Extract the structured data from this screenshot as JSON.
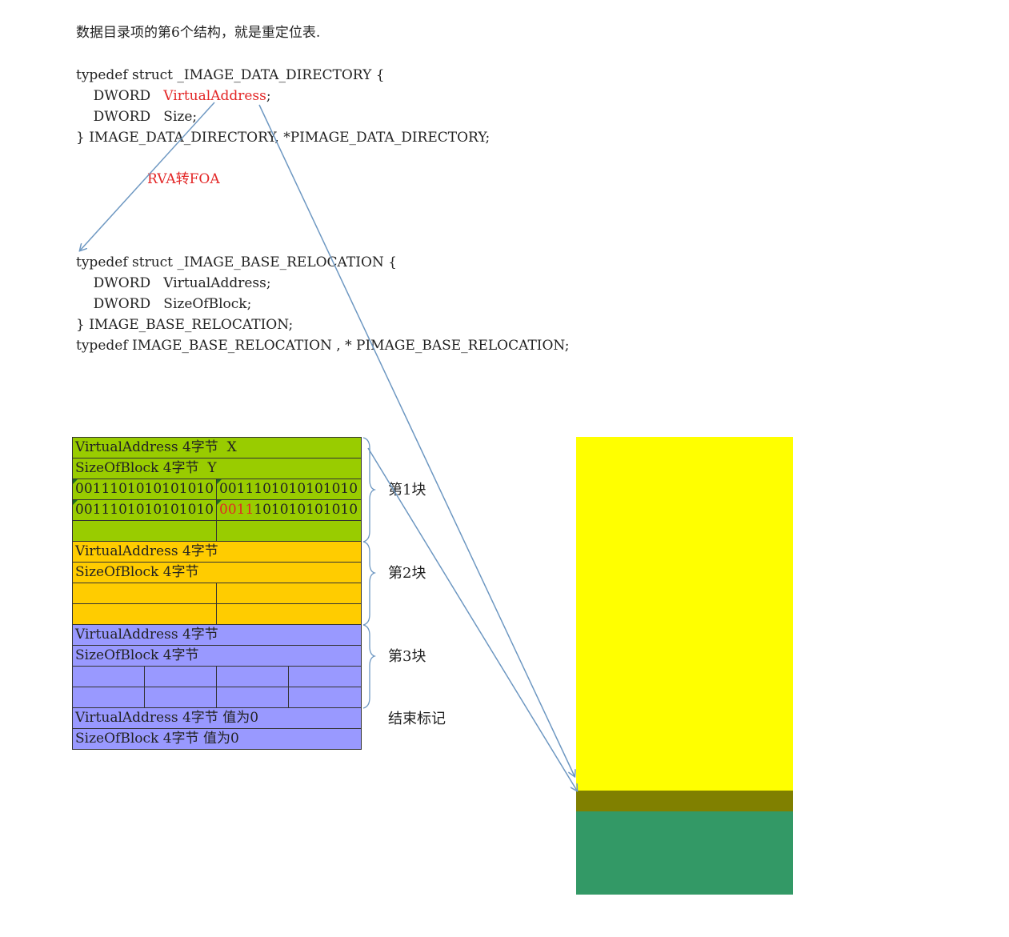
{
  "intro": "数据目录项的第6个结构，就是重定位表.",
  "data_directory_struct": {
    "line1": "typedef struct _IMAGE_DATA_DIRECTORY {",
    "field1_type": "    DWORD   ",
    "field1_name": "VirtualAddress",
    "field1_end": ";",
    "field2": "    DWORD   Size;",
    "line4": "} IMAGE_DATA_DIRECTORY, *PIMAGE_DATA_DIRECTORY;"
  },
  "rva_label": "RVA转FOA",
  "base_relocation_struct": {
    "line1": "typedef struct _IMAGE_BASE_RELOCATION {",
    "field1": "    DWORD   VirtualAddress;",
    "field2": "    DWORD   SizeOfBlock;",
    "line4": "} IMAGE_BASE_RELOCATION;",
    "line5": "typedef IMAGE_BASE_RELOCATION , * PIMAGE_BASE_RELOCATION;"
  },
  "blocks": {
    "block1": {
      "va_row": "VirtualAddress 4字节  X",
      "size_row": "SizeOfBlock 4字节  Y",
      "entry_1a": "0011101010101010",
      "entry_1b": "0011101010101010",
      "entry_2a": "0011101010101010",
      "entry_2b_highlight": "0011",
      "entry_2b_rest": "101010101010",
      "label": "第1块",
      "color": "#99cc00"
    },
    "block2": {
      "va_row": "VirtualAddress 4字节",
      "size_row": "SizeOfBlock 4字节",
      "label": "第2块",
      "color": "#ffcc00"
    },
    "block3": {
      "va_row": "VirtualAddress 4字节",
      "size_row": "SizeOfBlock 4字节",
      "label": "第3块",
      "color": "#9999ff"
    },
    "end_marker": {
      "va_row": "VirtualAddress 4字节 值为0",
      "size_row": "SizeOfBlock 4字节 值为0",
      "label": "结束标记",
      "color": "#9999ff"
    }
  },
  "memory": {
    "region_colors": [
      "#ffff00",
      "#808000",
      "#339966"
    ]
  },
  "arrow_color": "#6e98c2"
}
